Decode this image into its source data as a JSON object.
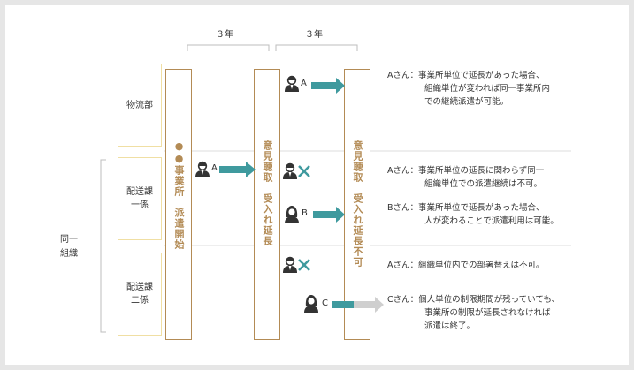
{
  "periods": {
    "first": "３年",
    "second": "３年"
  },
  "side_label": {
    "line1": "同一",
    "line2": "組織"
  },
  "departments": [
    {
      "label": "物流部"
    },
    {
      "label": "配送課\n一係"
    },
    {
      "label": "配送課\n二係"
    }
  ],
  "columns": [
    {
      "text": "●●事業所　派遣開始"
    },
    {
      "text": "意見聴取　受入れ延長"
    },
    {
      "text": "意見聴取　受入れ延長不可"
    }
  ],
  "persons": {
    "a": "A",
    "b": "B",
    "c": "C"
  },
  "notes": [
    {
      "lead": "Aさん：事業所単位で延長があった場合、",
      "cont": [
        "組織単位が変われば同一事業所内",
        "での継続派遣が可能。"
      ]
    },
    {
      "lead": "Aさん：事業所単位の延長に関わらず同一",
      "cont": [
        "組織単位での派遣継続は不可。"
      ]
    },
    {
      "lead": "Bさん：事業所単位で延長があった場合、",
      "cont": [
        "人が変わることで派遣利用は可能。"
      ]
    },
    {
      "lead": "Aさん：組織単位内での部署替えは不可。",
      "cont": []
    },
    {
      "lead": "Cさん：個人単位の制限期間が残っていても、",
      "cont": [
        "事業所の制限が延長されなければ",
        "派遣は終了。"
      ]
    }
  ],
  "colors": {
    "accent_teal": "#3f9a9e",
    "gold": "#b38b55",
    "dept_border": "#f0dfa3",
    "grey_arrow": "#cfcfcf"
  }
}
